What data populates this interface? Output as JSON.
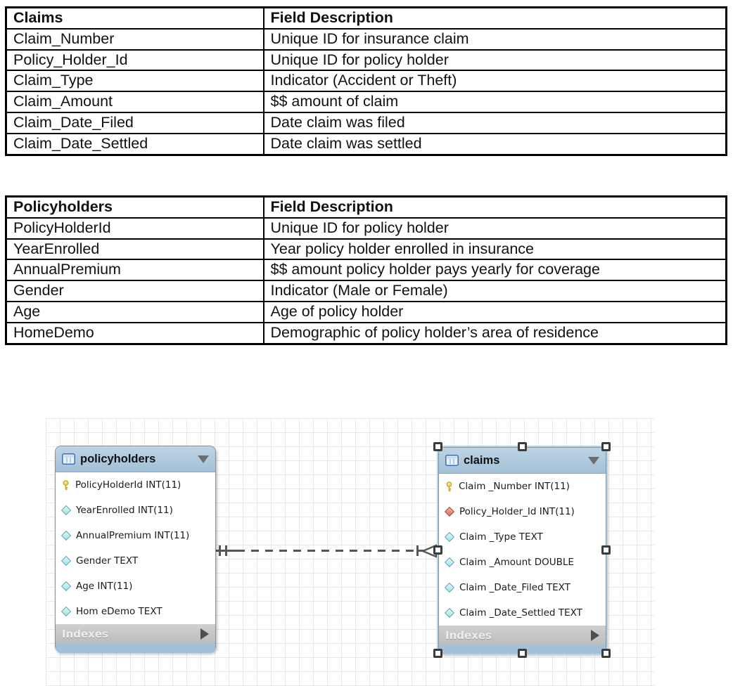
{
  "spec_tables": [
    {
      "title_col": "Claims",
      "desc_col": "Field Description",
      "rows": [
        {
          "field": "Claim_Number",
          "desc": "Unique ID for insurance claim"
        },
        {
          "field": "Policy_Holder_Id",
          "desc": "Unique ID for policy holder"
        },
        {
          "field": "Claim_Type",
          "desc": "Indicator (Accident or Theft)"
        },
        {
          "field": "Claim_Amount",
          "desc": "$$ amount of claim"
        },
        {
          "field": "Claim_Date_Filed",
          "desc": "Date claim was filed"
        },
        {
          "field": "Claim_Date_Settled",
          "desc": "Date claim was settled"
        }
      ]
    },
    {
      "title_col": "Policyholders",
      "desc_col": "Field Description",
      "rows": [
        {
          "field": "PolicyHolderId",
          "desc": "Unique ID for policy holder"
        },
        {
          "field": "YearEnrolled",
          "desc": "Year policy holder enrolled in insurance"
        },
        {
          "field": "AnnualPremium",
          "desc": "$$ amount policy holder pays yearly for coverage"
        },
        {
          "field": "Gender",
          "desc": "Indicator (Male or Female)"
        },
        {
          "field": "Age",
          "desc": "Age of policy holder"
        },
        {
          "field": "HomeDemo",
          "desc": "Demographic of policy holder’s area of residence"
        }
      ]
    }
  ],
  "diagram": {
    "entities": [
      {
        "title": "policyholders",
        "selected": false,
        "footer_label": "Indexes",
        "fields": [
          {
            "icon": "primary-key-icon",
            "text": "PolicyHolderId INT(11)"
          },
          {
            "icon": "column-icon",
            "text": "YearEnrolled INT(11)"
          },
          {
            "icon": "column-icon",
            "text": "AnnualPremium INT(11)"
          },
          {
            "icon": "column-icon",
            "text": "Gender TEXT"
          },
          {
            "icon": "column-icon",
            "text": "Age INT(11)"
          },
          {
            "icon": "column-icon",
            "text": "Hom eDemo TEXT"
          }
        ]
      },
      {
        "title": "claims",
        "selected": true,
        "footer_label": "Indexes",
        "fields": [
          {
            "icon": "primary-key-icon",
            "text": "Claim _Number INT(11)"
          },
          {
            "icon": "foreign-key-icon",
            "text": "Policy_Holder_Id INT(11)"
          },
          {
            "icon": "column-icon",
            "text": "Claim _Type TEXT"
          },
          {
            "icon": "column-icon",
            "text": "Claim _Amount DOUBLE"
          },
          {
            "icon": "column-icon",
            "text": "Claim _Date_Filed TEXT"
          },
          {
            "icon": "column-icon",
            "text": "Claim _Date_Settled TEXT"
          }
        ]
      }
    ],
    "relationship": {
      "from": "policyholders",
      "to": "claims",
      "cardinality": "one-to-many",
      "line_style": "dashed"
    },
    "colors": {
      "entity_header": "#a9c5da",
      "entity_border": "#8f8f8f",
      "indexes_bar": "#c3c3c3",
      "grid_line": "#e9e9e9",
      "connector": "#565656",
      "primary_key_icon": "#f3d95a",
      "column_icon": "#b9eef1",
      "foreign_key_icon": "#dc8b7a",
      "selection_handle_border": "#3c3c3c"
    }
  }
}
